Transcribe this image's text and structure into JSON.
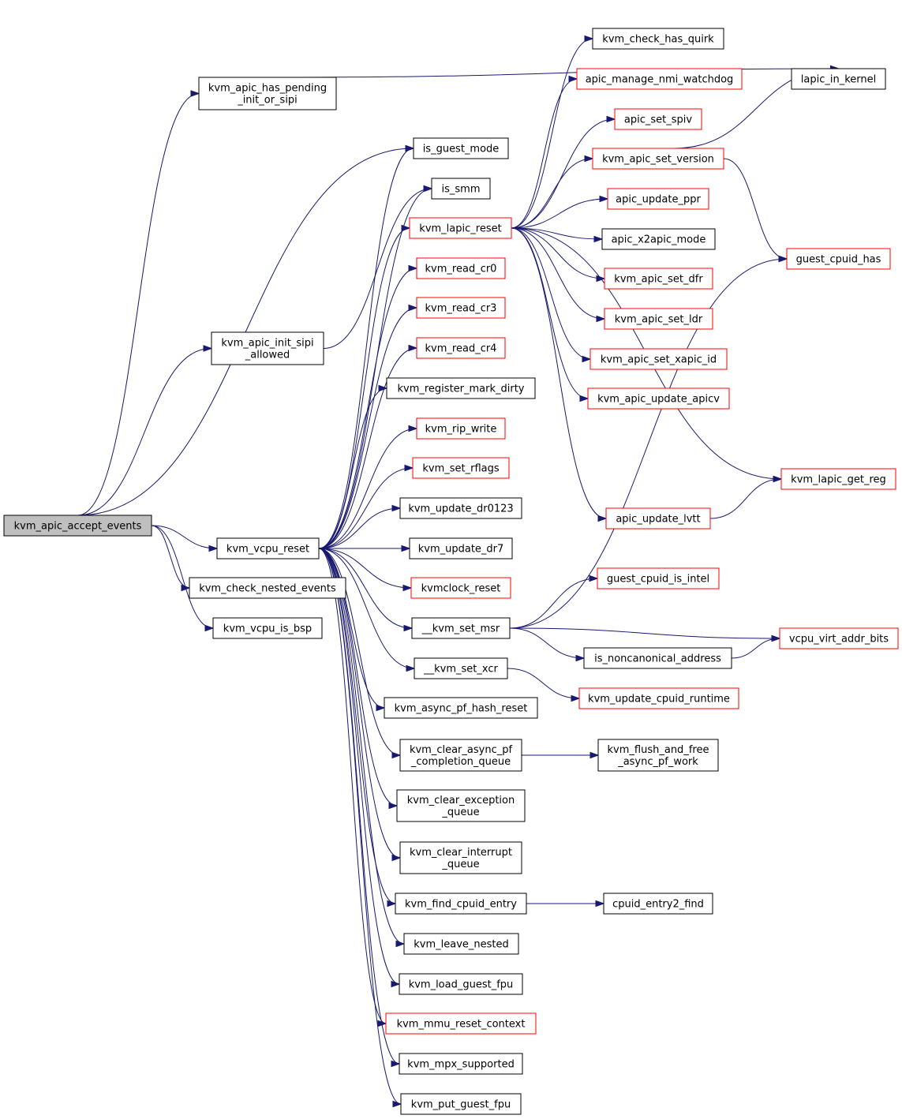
{
  "graph": {
    "edge_color": "#191970",
    "external_border_color": "#ff0000",
    "root_fill": "#bfbfbf",
    "nodes": [
      {
        "id": "root",
        "lines": [
          "kvm_apic_accept_events"
        ],
        "style": "root"
      },
      {
        "id": "pending",
        "lines": [
          "kvm_apic_has_pending",
          "_init_or_sipi"
        ],
        "style": "normal"
      },
      {
        "id": "sipi",
        "lines": [
          "kvm_apic_init_sipi",
          "_allowed"
        ],
        "style": "normal"
      },
      {
        "id": "vcpu_reset",
        "lines": [
          "kvm_vcpu_reset"
        ],
        "style": "normal"
      },
      {
        "id": "check_nested",
        "lines": [
          "kvm_check_nested_events"
        ],
        "style": "normal"
      },
      {
        "id": "is_bsp",
        "lines": [
          "kvm_vcpu_is_bsp"
        ],
        "style": "normal"
      },
      {
        "id": "is_guest_mode",
        "lines": [
          "is_guest_mode"
        ],
        "style": "normal"
      },
      {
        "id": "is_smm",
        "lines": [
          "is_smm"
        ],
        "style": "normal"
      },
      {
        "id": "lapic_reset",
        "lines": [
          "kvm_lapic_reset"
        ],
        "style": "red"
      },
      {
        "id": "cr0",
        "lines": [
          "kvm_read_cr0"
        ],
        "style": "red"
      },
      {
        "id": "cr3",
        "lines": [
          "kvm_read_cr3"
        ],
        "style": "red"
      },
      {
        "id": "cr4",
        "lines": [
          "kvm_read_cr4"
        ],
        "style": "red"
      },
      {
        "id": "mark_dirty",
        "lines": [
          "kvm_register_mark_dirty"
        ],
        "style": "normal"
      },
      {
        "id": "rip_write",
        "lines": [
          "kvm_rip_write"
        ],
        "style": "red"
      },
      {
        "id": "rflags",
        "lines": [
          "kvm_set_rflags"
        ],
        "style": "red"
      },
      {
        "id": "dr0123",
        "lines": [
          "kvm_update_dr0123"
        ],
        "style": "normal"
      },
      {
        "id": "dr7",
        "lines": [
          "kvm_update_dr7"
        ],
        "style": "normal"
      },
      {
        "id": "kvmclock",
        "lines": [
          "kvmclock_reset"
        ],
        "style": "red"
      },
      {
        "id": "set_msr",
        "lines": [
          "__kvm_set_msr"
        ],
        "style": "normal"
      },
      {
        "id": "set_xcr",
        "lines": [
          "__kvm_set_xcr"
        ],
        "style": "normal"
      },
      {
        "id": "async_hash",
        "lines": [
          "kvm_async_pf_hash_reset"
        ],
        "style": "normal"
      },
      {
        "id": "clear_async",
        "lines": [
          "kvm_clear_async_pf",
          "_completion_queue"
        ],
        "style": "normal"
      },
      {
        "id": "clear_exc",
        "lines": [
          "kvm_clear_exception",
          "_queue"
        ],
        "style": "normal"
      },
      {
        "id": "clear_int",
        "lines": [
          "kvm_clear_interrupt",
          "_queue"
        ],
        "style": "normal"
      },
      {
        "id": "find_cpuid",
        "lines": [
          "kvm_find_cpuid_entry"
        ],
        "style": "normal"
      },
      {
        "id": "leave_nested",
        "lines": [
          "kvm_leave_nested"
        ],
        "style": "normal"
      },
      {
        "id": "load_fpu",
        "lines": [
          "kvm_load_guest_fpu"
        ],
        "style": "normal"
      },
      {
        "id": "mmu_reset",
        "lines": [
          "kvm_mmu_reset_context"
        ],
        "style": "red"
      },
      {
        "id": "mpx",
        "lines": [
          "kvm_mpx_supported"
        ],
        "style": "normal"
      },
      {
        "id": "put_fpu",
        "lines": [
          "kvm_put_guest_fpu"
        ],
        "style": "normal"
      },
      {
        "id": "quirk",
        "lines": [
          "kvm_check_has_quirk"
        ],
        "style": "normal"
      },
      {
        "id": "nmi_wd",
        "lines": [
          "apic_manage_nmi_watchdog"
        ],
        "style": "red"
      },
      {
        "id": "spiv",
        "lines": [
          "apic_set_spiv"
        ],
        "style": "red"
      },
      {
        "id": "set_version",
        "lines": [
          "kvm_apic_set_version"
        ],
        "style": "red"
      },
      {
        "id": "update_ppr",
        "lines": [
          "apic_update_ppr"
        ],
        "style": "red"
      },
      {
        "id": "x2apic",
        "lines": [
          "apic_x2apic_mode"
        ],
        "style": "normal"
      },
      {
        "id": "set_dfr",
        "lines": [
          "kvm_apic_set_dfr"
        ],
        "style": "red"
      },
      {
        "id": "set_ldr",
        "lines": [
          "kvm_apic_set_ldr"
        ],
        "style": "red"
      },
      {
        "id": "xapic_id",
        "lines": [
          "kvm_apic_set_xapic_id"
        ],
        "style": "red"
      },
      {
        "id": "update_apicv",
        "lines": [
          "kvm_apic_update_apicv"
        ],
        "style": "red"
      },
      {
        "id": "lvtt",
        "lines": [
          "apic_update_lvtt"
        ],
        "style": "red"
      },
      {
        "id": "is_intel",
        "lines": [
          "guest_cpuid_is_intel"
        ],
        "style": "red"
      },
      {
        "id": "noncanon",
        "lines": [
          "is_noncanonical_address"
        ],
        "style": "normal"
      },
      {
        "id": "cpuid_runtime",
        "lines": [
          "kvm_update_cpuid_runtime"
        ],
        "style": "red"
      },
      {
        "id": "flush_free",
        "lines": [
          "kvm_flush_and_free",
          "_async_pf_work"
        ],
        "style": "normal"
      },
      {
        "id": "entry2_find",
        "lines": [
          "cpuid_entry2_find"
        ],
        "style": "normal"
      },
      {
        "id": "lapic_in_kernel",
        "lines": [
          "lapic_in_kernel"
        ],
        "style": "normal"
      },
      {
        "id": "guest_cpuid_has",
        "lines": [
          "guest_cpuid_has"
        ],
        "style": "red"
      },
      {
        "id": "get_reg",
        "lines": [
          "kvm_lapic_get_reg"
        ],
        "style": "red"
      },
      {
        "id": "vaddr_bits",
        "lines": [
          "vcpu_virt_addr_bits"
        ],
        "style": "red"
      }
    ],
    "edges": [
      [
        "root",
        "pending"
      ],
      [
        "root",
        "is_guest_mode"
      ],
      [
        "root",
        "sipi"
      ],
      [
        "root",
        "vcpu_reset"
      ],
      [
        "root",
        "check_nested"
      ],
      [
        "root",
        "is_bsp"
      ],
      [
        "pending",
        "lapic_in_kernel"
      ],
      [
        "sipi",
        "is_smm"
      ],
      [
        "vcpu_reset",
        "is_guest_mode"
      ],
      [
        "vcpu_reset",
        "is_smm"
      ],
      [
        "vcpu_reset",
        "lapic_reset"
      ],
      [
        "vcpu_reset",
        "cr0"
      ],
      [
        "vcpu_reset",
        "cr3"
      ],
      [
        "vcpu_reset",
        "cr4"
      ],
      [
        "vcpu_reset",
        "mark_dirty"
      ],
      [
        "vcpu_reset",
        "rip_write"
      ],
      [
        "vcpu_reset",
        "rflags"
      ],
      [
        "vcpu_reset",
        "dr0123"
      ],
      [
        "vcpu_reset",
        "dr7"
      ],
      [
        "vcpu_reset",
        "kvmclock"
      ],
      [
        "vcpu_reset",
        "set_msr"
      ],
      [
        "vcpu_reset",
        "set_xcr"
      ],
      [
        "vcpu_reset",
        "async_hash"
      ],
      [
        "vcpu_reset",
        "clear_async"
      ],
      [
        "vcpu_reset",
        "clear_exc"
      ],
      [
        "vcpu_reset",
        "clear_int"
      ],
      [
        "vcpu_reset",
        "find_cpuid"
      ],
      [
        "vcpu_reset",
        "leave_nested"
      ],
      [
        "vcpu_reset",
        "load_fpu"
      ],
      [
        "vcpu_reset",
        "mmu_reset"
      ],
      [
        "vcpu_reset",
        "mpx"
      ],
      [
        "vcpu_reset",
        "put_fpu"
      ],
      [
        "lapic_reset",
        "quirk"
      ],
      [
        "lapic_reset",
        "nmi_wd"
      ],
      [
        "lapic_reset",
        "spiv"
      ],
      [
        "lapic_reset",
        "set_version"
      ],
      [
        "lapic_reset",
        "update_ppr"
      ],
      [
        "lapic_reset",
        "x2apic"
      ],
      [
        "lapic_reset",
        "set_dfr"
      ],
      [
        "lapic_reset",
        "set_ldr"
      ],
      [
        "lapic_reset",
        "xapic_id"
      ],
      [
        "lapic_reset",
        "update_apicv"
      ],
      [
        "lapic_reset",
        "get_reg"
      ],
      [
        "lapic_reset",
        "lvtt"
      ],
      [
        "set_version",
        "lapic_in_kernel"
      ],
      [
        "set_version",
        "guest_cpuid_has"
      ],
      [
        "lvtt",
        "get_reg"
      ],
      [
        "set_msr",
        "is_intel"
      ],
      [
        "set_msr",
        "noncanon"
      ],
      [
        "set_msr",
        "vaddr_bits"
      ],
      [
        "set_msr",
        "guest_cpuid_has"
      ],
      [
        "noncanon",
        "vaddr_bits"
      ],
      [
        "set_xcr",
        "cpuid_runtime"
      ],
      [
        "clear_async",
        "flush_free"
      ],
      [
        "find_cpuid",
        "entry2_find"
      ]
    ]
  }
}
